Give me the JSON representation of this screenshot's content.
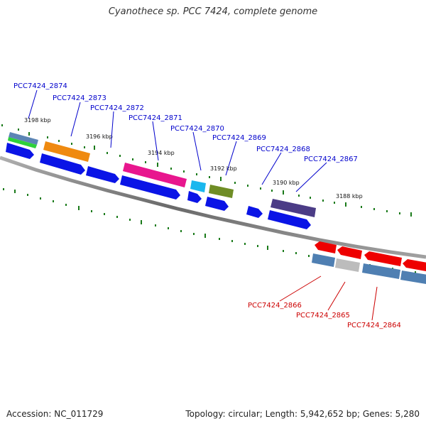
{
  "title": "Cyanothece sp. PCC 7424, complete genome",
  "footer": {
    "accession": "Accession: NC_011729",
    "summary": "Topology: circular; Length: 5,942,652 bp; Genes: 5,280"
  },
  "scale_labels": [
    "3198 kbp",
    "3196 kbp",
    "3194 kbp",
    "3192 kbp",
    "3190 kbp",
    "3188 kbp"
  ],
  "gene_labels": [
    {
      "text": "PCC7424_2874",
      "color": "#0000cc"
    },
    {
      "text": "PCC7424_2873",
      "color": "#0000cc"
    },
    {
      "text": "PCC7424_2872",
      "color": "#0000cc"
    },
    {
      "text": "PCC7424_2871",
      "color": "#0000cc"
    },
    {
      "text": "PCC7424_2870",
      "color": "#0000cc"
    },
    {
      "text": "PCC7424_2869",
      "color": "#0000cc"
    },
    {
      "text": "PCC7424_2868",
      "color": "#0000cc"
    },
    {
      "text": "PCC7424_2867",
      "color": "#0000cc"
    },
    {
      "text": "PCC7424_2866",
      "color": "#cc0000"
    },
    {
      "text": "PCC7424_2865",
      "color": "#cc0000"
    },
    {
      "text": "PCC7424_2864",
      "color": "#cc0000"
    }
  ],
  "colors": {
    "forward_cds": "#0a14e6",
    "reverse_cds": "#ee0000",
    "backbone": "#7a7a7a",
    "tick": "#1a7a1a"
  }
}
